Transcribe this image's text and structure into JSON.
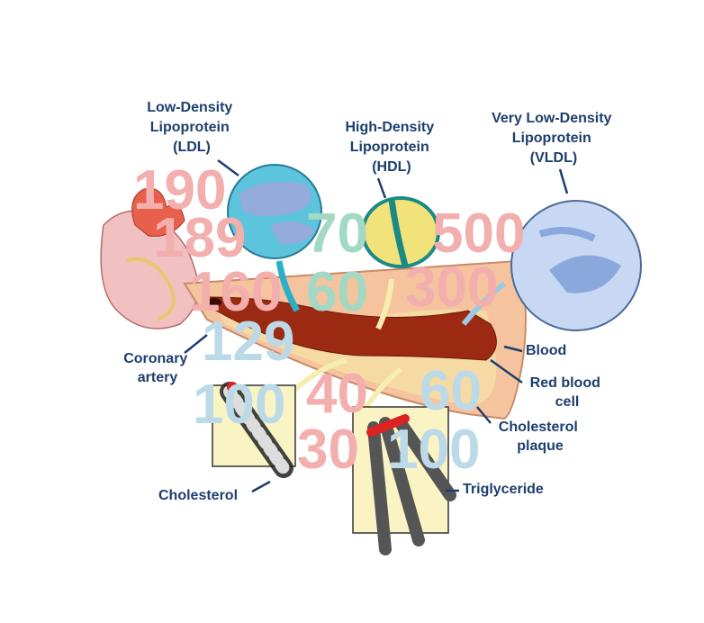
{
  "labels": {
    "ldl": [
      "Low-Density",
      "Lipoprotein",
      "(LDL)"
    ],
    "hdl": [
      "High-Density",
      "Lipoprotein",
      "(HDL)"
    ],
    "vldl": [
      "Very Low-Density",
      "Lipoprotein",
      "(VLDL)"
    ],
    "coronary": [
      "Coronary",
      "artery"
    ],
    "blood": "Blood",
    "rbc": [
      "Red blood",
      "cell"
    ],
    "plaque": [
      "Cholesterol",
      "plaque"
    ],
    "cholesterol": "Cholesterol",
    "triglyceride": "Triglyceride"
  },
  "background_numbers": [
    "190",
    "189",
    "160",
    "70",
    "60",
    "500",
    "300",
    "129",
    "100",
    "40",
    "30",
    "100",
    "60"
  ],
  "colors": {
    "label": "#1d3e6e",
    "red_numbers": "#f08a8a",
    "green_numbers": "#6cc4a4",
    "blue_numbers": "#a6cce0",
    "blood": "#9c2a12",
    "ldl": "#5cc4dc",
    "hdl": "#f2e27a",
    "vldl": "#a8c4ec"
  }
}
